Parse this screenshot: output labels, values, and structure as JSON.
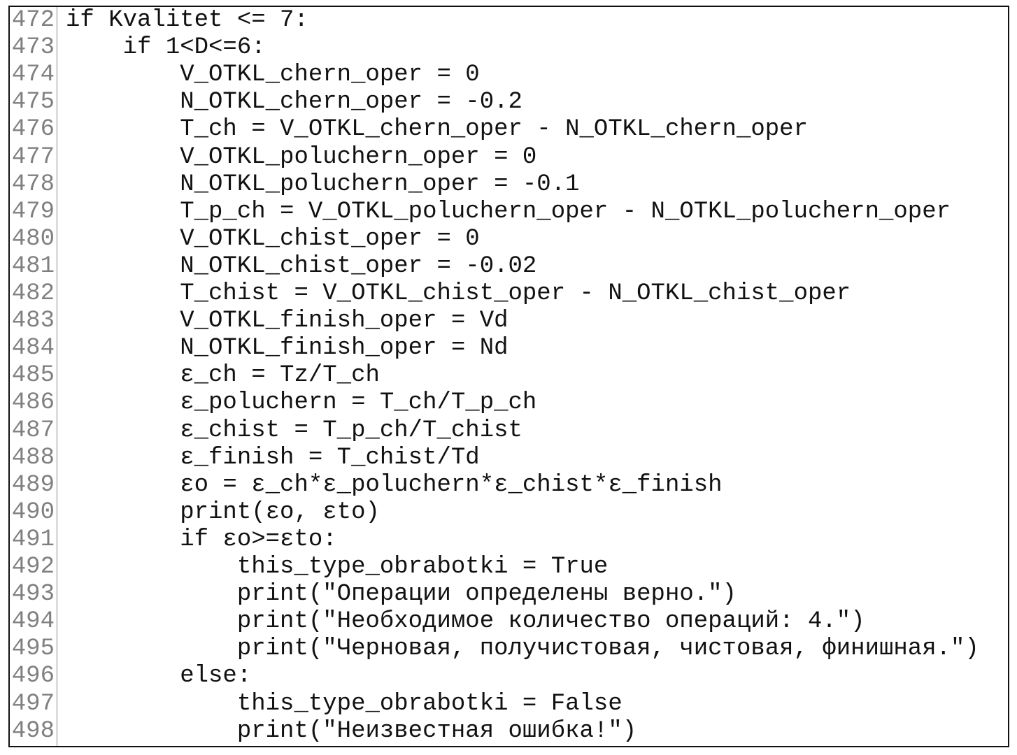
{
  "lines": [
    {
      "n": "472",
      "t": "if Kvalitet <= 7:"
    },
    {
      "n": "473",
      "t": "    if 1<D<=6:"
    },
    {
      "n": "474",
      "t": "        V_OTKL_chern_oper = 0"
    },
    {
      "n": "475",
      "t": "        N_OTKL_chern_oper = -0.2"
    },
    {
      "n": "476",
      "t": "        T_ch = V_OTKL_chern_oper - N_OTKL_chern_oper"
    },
    {
      "n": "477",
      "t": "        V_OTKL_poluchern_oper = 0"
    },
    {
      "n": "478",
      "t": "        N_OTKL_poluchern_oper = -0.1"
    },
    {
      "n": "479",
      "t": "        T_p_ch = V_OTKL_poluchern_oper - N_OTKL_poluchern_oper"
    },
    {
      "n": "480",
      "t": "        V_OTKL_chist_oper = 0"
    },
    {
      "n": "481",
      "t": "        N_OTKL_chist_oper = -0.02"
    },
    {
      "n": "482",
      "t": "        T_chist = V_OTKL_chist_oper - N_OTKL_chist_oper"
    },
    {
      "n": "483",
      "t": "        V_OTKL_finish_oper = Vd"
    },
    {
      "n": "484",
      "t": "        N_OTKL_finish_oper = Nd"
    },
    {
      "n": "485",
      "t": "        ε_ch = Tz/T_ch"
    },
    {
      "n": "486",
      "t": "        ε_poluchern = T_ch/T_p_ch"
    },
    {
      "n": "487",
      "t": "        ε_chist = T_p_ch/T_chist"
    },
    {
      "n": "488",
      "t": "        ε_finish = T_chist/Td"
    },
    {
      "n": "489",
      "t": "        εo = ε_ch*ε_poluchern*ε_chist*ε_finish"
    },
    {
      "n": "490",
      "t": "        print(εo, εto)"
    },
    {
      "n": "491",
      "t": "        if εo>=εto:"
    },
    {
      "n": "492",
      "t": "            this_type_obrabotki = True"
    },
    {
      "n": "493",
      "t": "            print(\"Операции определены верно.\")"
    },
    {
      "n": "494",
      "t": "            print(\"Необходимое количество операций: 4.\")"
    },
    {
      "n": "495",
      "t": "            print(\"Черновая, получистовая, чистовая, финишная.\")"
    },
    {
      "n": "496",
      "t": "        else:"
    },
    {
      "n": "497",
      "t": "            this_type_obrabotki = False"
    },
    {
      "n": "498",
      "t": "            print(\"Неизвестная ошибка!\")"
    }
  ]
}
